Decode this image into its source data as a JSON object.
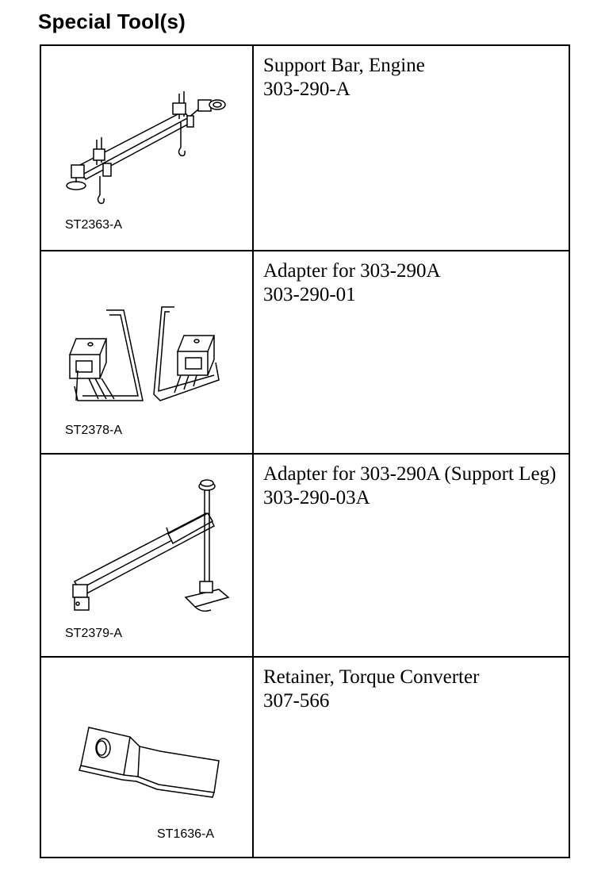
{
  "page": {
    "title": "Special Tool(s)"
  },
  "tools": [
    {
      "figure_label": "ST2363-A",
      "name": "Support Bar, Engine",
      "number": "303-290-A",
      "illustration": "engine-support-bar-icon"
    },
    {
      "figure_label": "ST2378-A",
      "name": "Adapter for 303-290A",
      "number": "303-290-01",
      "illustration": "adapter-brackets-icon"
    },
    {
      "figure_label": "ST2379-A",
      "name": "Adapter for 303-290A (Support Leg)",
      "number": "303-290-03A",
      "illustration": "support-leg-icon"
    },
    {
      "figure_label": "ST1636-A",
      "name": "Retainer, Torque Converter",
      "number": "307-566",
      "illustration": "torque-converter-retainer-icon"
    }
  ]
}
